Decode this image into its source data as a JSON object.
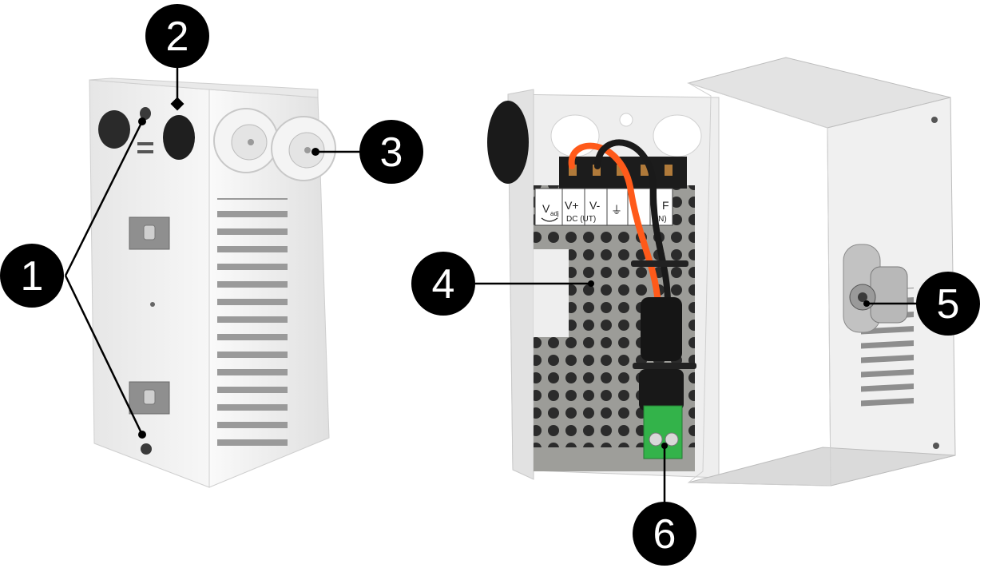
{
  "callouts": [
    {
      "id": "1",
      "label": "1"
    },
    {
      "id": "2",
      "label": "2"
    },
    {
      "id": "3",
      "label": "3"
    },
    {
      "id": "4",
      "label": "4"
    },
    {
      "id": "5",
      "label": "5"
    },
    {
      "id": "6",
      "label": "6"
    }
  ],
  "terminal_labels": {
    "vadj_main": "V",
    "vadj_sub": "adj",
    "vplus": "V+",
    "vminus": "V-",
    "dc_ut": "DC (UT)",
    "f": "F",
    "in": "(IN)",
    "ground_symbol": "⏚"
  },
  "colors": {
    "callout_fill": "#000000",
    "callout_text": "#ffffff",
    "enclosure": "#f2f2f2",
    "enclosure_shadow": "#d9d9d9",
    "wire_orange": "#ff5a1a",
    "wire_black": "#1a1a1a",
    "connector_green": "#33b34a",
    "mesh_plate": "#8a8a88"
  }
}
